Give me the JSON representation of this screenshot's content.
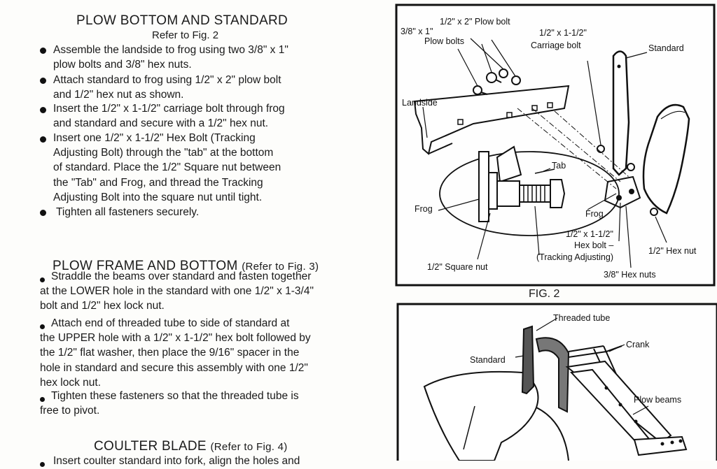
{
  "section1": {
    "title": "PLOW BOTTOM AND STANDARD",
    "subtitle": "Refer to Fig. 2",
    "items": [
      "Assemble the landside to frog using two 3/8\" x 1\"\nplow bolts and 3/8\" hex nuts.",
      "Attach standard to frog using 1/2\" x 2\" plow bolt\nand 1/2\" hex nut as shown.",
      "Insert the 1/2\" x 1-1/2\" carriage bolt through frog\nand standard and secure with a 1/2\" hex nut.",
      "Insert one 1/2\" x 1-1/2\" Hex Bolt (Tracking\nAdjusting Bolt) through the \"tab\" at the bottom\nof standard. Place the 1/2\" Square nut between\nthe \"Tab\" and Frog, and thread the Tracking\nAdjusting Bolt into the square nut until tight.",
      "Tighten all fasteners securely."
    ]
  },
  "section2": {
    "title": "PLOW FRAME AND BOTTOM",
    "ref": "(Refer to Fig. 3)",
    "items": [
      "Straddle the beams over standard and fasten together\nat the LOWER hole in the standard with one 1/2\" x 1-3/4\"\nbolt and 1/2\" hex lock nut.",
      "Attach end of threaded tube to side of standard at\nthe UPPER hole with a 1/2\" x 1-1/2\" hex bolt followed by\nthe 1/2\" flat washer, then place the 9/16\" spacer in the\nhole in standard and secure this assembly with one 1/2\"\nhex lock nut.",
      "Tighten these fasteners so that the threaded tube is\nfree to pivot."
    ]
  },
  "section3": {
    "title": "COULTER BLADE",
    "ref": "(Refer to Fig. 4)",
    "partial_line": "Insert coulter standard into fork, align the holes and"
  },
  "fig2": {
    "caption": "FIG. 2",
    "labels": {
      "plow_bolt_half": "1/2\" x 2\" Plow bolt",
      "plow_bolts_38_a": "3/8\" x 1\"",
      "plow_bolts_38_b": "Plow bolts",
      "carriage_a": "1/2\" x 1-1/2\"",
      "carriage_b": "Carriage bolt",
      "standard": "Standard",
      "landside": "Landside",
      "tab": "Tab",
      "frog_left": "Frog",
      "frog_right": "Frog",
      "hexbolt_a": "1/2\" x 1-1/2\"",
      "hexbolt_b": "Hex bolt –",
      "hexbolt_c": "(Tracking Adjusting)",
      "hex_nut": "1/2\" Hex nut",
      "square_nut": "1/2\" Square nut",
      "hex_nuts_38": "3/8\" Hex nuts"
    }
  },
  "fig3": {
    "labels": {
      "threaded_tube": "Threaded tube",
      "crank": "Crank",
      "standard": "Standard",
      "plow_beams": "Plow beams"
    }
  }
}
